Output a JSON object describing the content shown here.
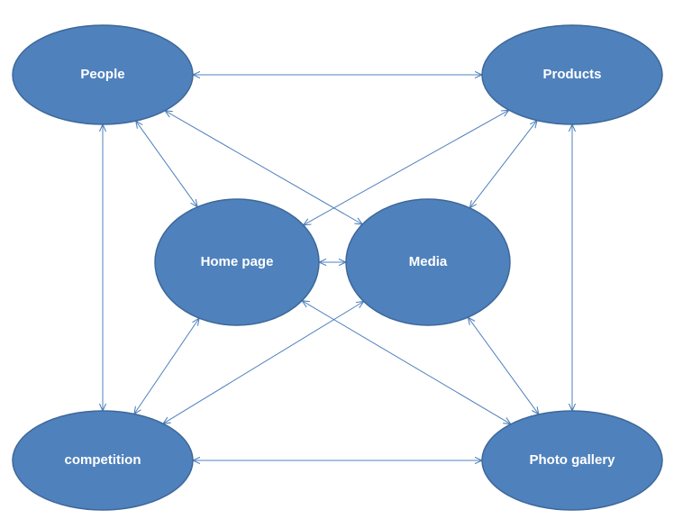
{
  "colors": {
    "node_fill": "#4f81bd",
    "node_text": "#ffffff",
    "edge": "#4f81bd",
    "background": "#ffffff"
  },
  "nodes": {
    "people": {
      "label": "People"
    },
    "products": {
      "label": "Products"
    },
    "home": {
      "label": "Home page"
    },
    "media": {
      "label": "Media"
    },
    "competition": {
      "label": "competition"
    },
    "gallery": {
      "label": "Photo gallery"
    }
  },
  "edges": [
    {
      "from": "people",
      "to": "products",
      "direction": "both"
    },
    {
      "from": "people",
      "to": "home",
      "direction": "both"
    },
    {
      "from": "people",
      "to": "media",
      "direction": "both"
    },
    {
      "from": "people",
      "to": "competition",
      "direction": "both"
    },
    {
      "from": "products",
      "to": "home",
      "direction": "both"
    },
    {
      "from": "products",
      "to": "media",
      "direction": "both"
    },
    {
      "from": "products",
      "to": "gallery",
      "direction": "both"
    },
    {
      "from": "home",
      "to": "media",
      "direction": "both"
    },
    {
      "from": "home",
      "to": "competition",
      "direction": "both"
    },
    {
      "from": "home",
      "to": "gallery",
      "direction": "both"
    },
    {
      "from": "media",
      "to": "competition",
      "direction": "both"
    },
    {
      "from": "media",
      "to": "gallery",
      "direction": "both"
    },
    {
      "from": "competition",
      "to": "gallery",
      "direction": "both"
    }
  ]
}
